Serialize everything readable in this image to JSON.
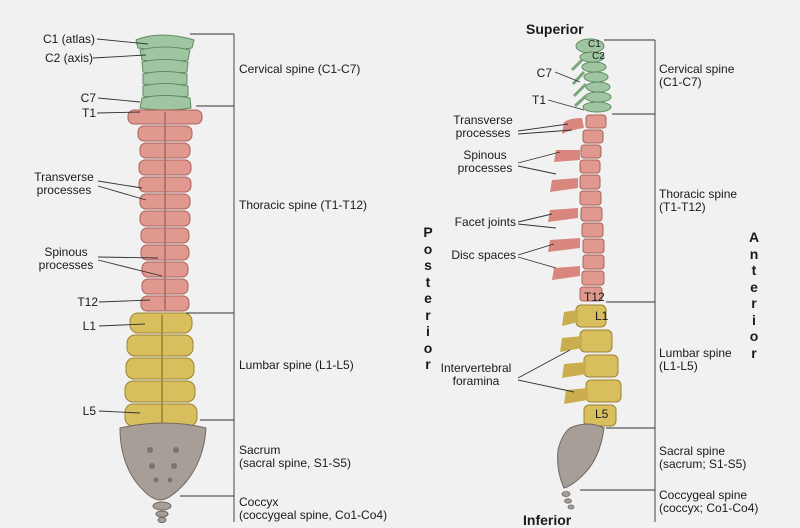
{
  "colors": {
    "cervical": "#9fc6a0",
    "thoracic": "#e0988f",
    "lumbar": "#d9be5e",
    "sacrum": "#a89e98",
    "outline": "#4a4a4a",
    "background": "#f1f1f1"
  },
  "left": {
    "labels_left": {
      "c1": "C1 (atlas)",
      "c2": "C2 (axis)",
      "c7": "C7",
      "t1": "T1",
      "transverse": "Transverse\nprocesses",
      "spinous": "Spinous\nprocesses",
      "t12": "T12",
      "l1": "L1",
      "l5": "L5"
    },
    "regions": {
      "cervical": "Cervical spine (C1-C7)",
      "thoracic": "Thoracic spine (T1-T12)",
      "lumbar": "Lumbar spine (L1-L5)",
      "sacrum": "Sacrum\n(sacral spine, S1-S5)",
      "coccyx": "Coccyx\n(coccygeal spine, Co1-Co4)"
    }
  },
  "right": {
    "superior": "Superior",
    "inferior": "Inferior",
    "posterior": "Posterior",
    "anterior": "Anterior",
    "labels_left": {
      "c7": "C7",
      "t1": "T1",
      "transverse": "Transverse\nprocesses",
      "spinous": "Spinous\nprocesses",
      "facet": "Facet joints",
      "disc": "Disc spaces",
      "foramina": "Intervertebral\nforamina"
    },
    "inline": {
      "c1": "C1",
      "c2": "C2",
      "t12": "T12",
      "l1": "L1",
      "l5": "L5"
    },
    "regions": {
      "cervical": "Cervical spine\n(C1-C7)",
      "thoracic": "Thoracic spine\n(T1-T12)",
      "lumbar": "Lumbar spine\n(L1-L5)",
      "sacral": "Sacral spine\n(sacrum; S1-S5)",
      "coccygeal": "Coccygeal spine\n(coccyx; Co1-Co4)"
    }
  }
}
